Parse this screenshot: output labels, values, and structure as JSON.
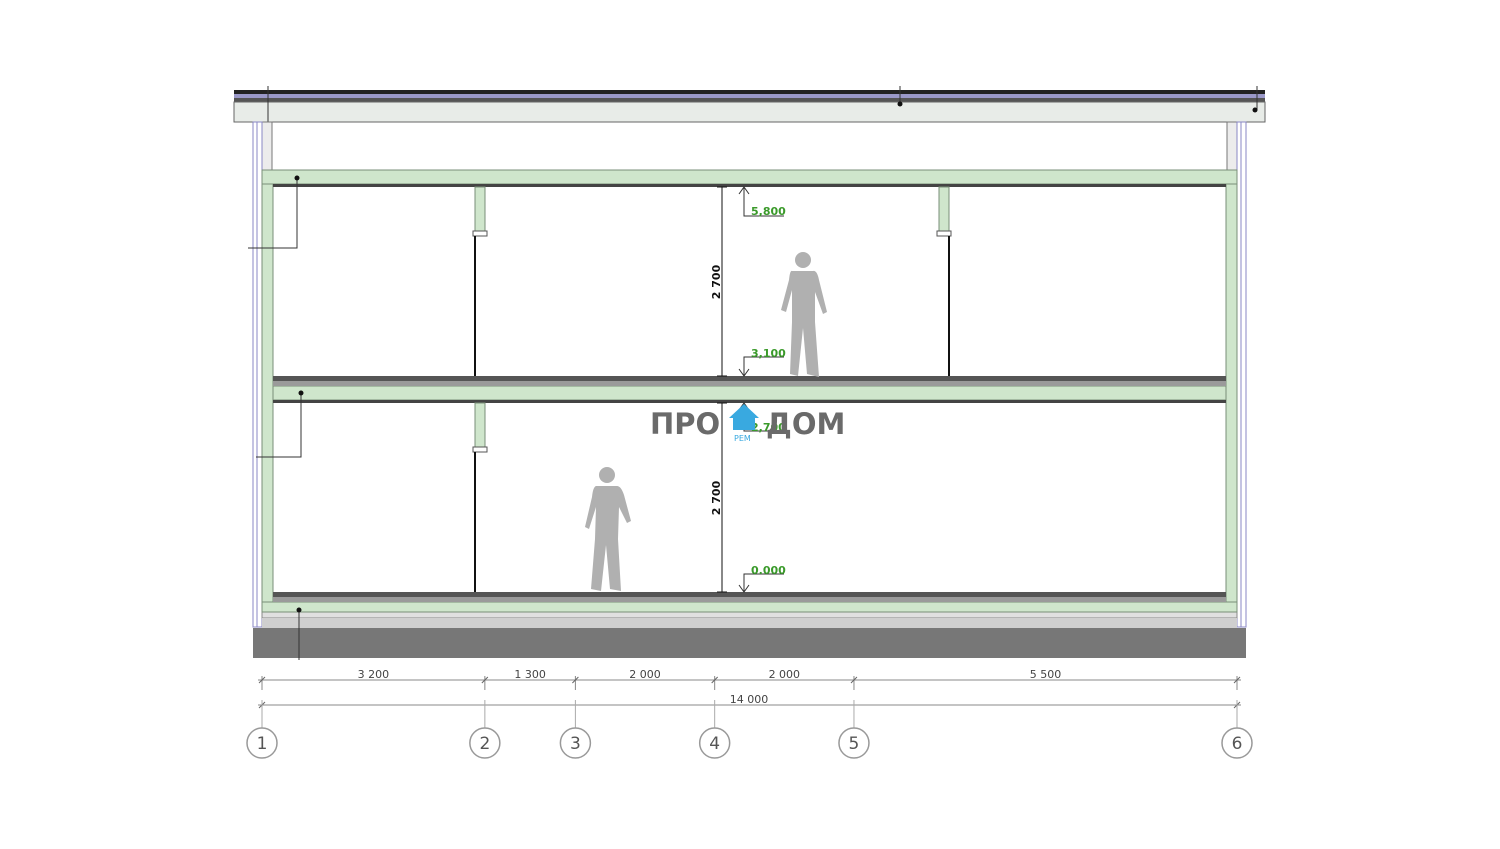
{
  "colors": {
    "frame": "#cfe6cc",
    "frame_stroke": "#7a8f78",
    "level_text": "#3a9a2a",
    "foundation": "#777777",
    "insulation": "#b9b6e0",
    "logo_accent": "#39a9e0",
    "person": "#b0b0b0"
  },
  "levels": {
    "top": "5,800",
    "second_floor": "3,100",
    "mid": "2,700",
    "ground": "0.000"
  },
  "heights": {
    "upper": "2 700",
    "lower": "2 700"
  },
  "dimensions": {
    "segments": [
      {
        "label": "3 200",
        "mm": 3200
      },
      {
        "label": "1 300",
        "mm": 1300
      },
      {
        "label": "2 000",
        "mm": 2000
      },
      {
        "label": "2 000",
        "mm": 2000
      },
      {
        "label": "5 500",
        "mm": 5500
      }
    ],
    "total": "14 000"
  },
  "axes": [
    "1",
    "2",
    "3",
    "4",
    "5",
    "6"
  ],
  "logo": {
    "left": "ПРО",
    "right": "ДОМ",
    "sub": "РЕМ"
  }
}
